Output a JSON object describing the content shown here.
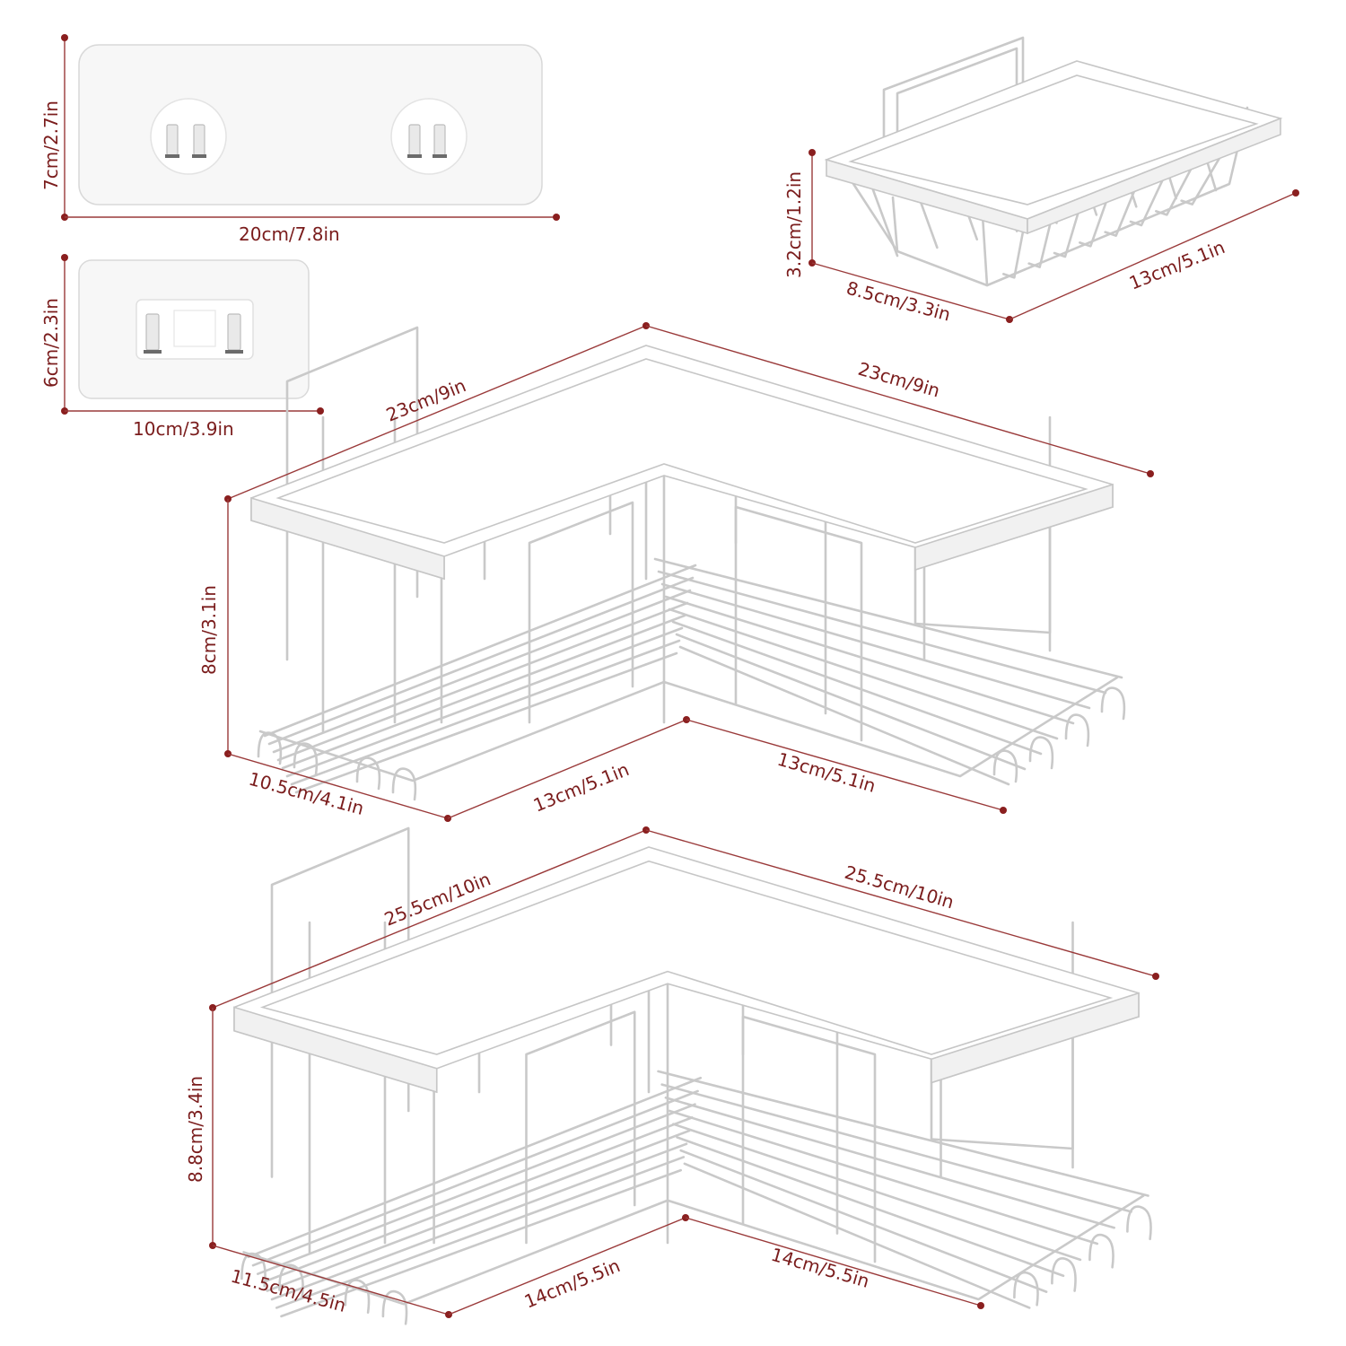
{
  "colors": {
    "dimension_text": "#7a1c1c",
    "dimension_line": "#9a3a3a",
    "dimension_dot": "#8a1f1f",
    "product": "#ffffff",
    "product_outline": "#c6c6c6"
  },
  "adhesive_large": {
    "height": "7cm/2.7in",
    "width": "20cm/7.8in"
  },
  "adhesive_small": {
    "height": "6cm/2.3in",
    "width": "10cm/3.9in"
  },
  "soap_dish": {
    "height": "3.2cm/1.2in",
    "depth": "8.5cm/3.3in",
    "width": "13cm/5.1in"
  },
  "shelf_small": {
    "top_left": "23cm/9in",
    "top_right": "23cm/9in",
    "height": "8cm/3.1in",
    "depth": "10.5cm/4.1in",
    "inner_left": "13cm/5.1in",
    "inner_right": "13cm/5.1in"
  },
  "shelf_large": {
    "top_left": "25.5cm/10in",
    "top_right": "25.5cm/10in",
    "height": "8.8cm/3.4in",
    "depth": "11.5cm/4.5in",
    "inner_left": "14cm/5.5in",
    "inner_right": "14cm/5.5in"
  }
}
